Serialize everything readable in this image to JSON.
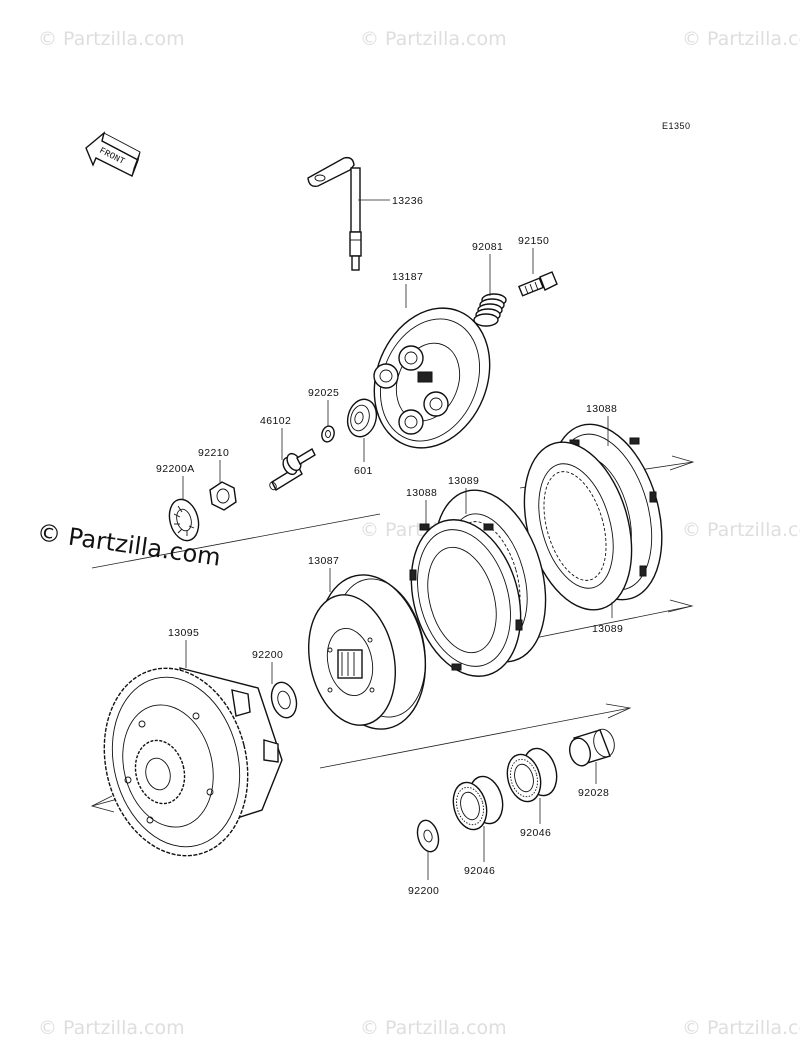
{
  "diagram_code": "E1350",
  "front_label": "FRONT",
  "watermark": "© Partzilla.com",
  "watermark_main": "© Partzilla.com",
  "parts": {
    "shaft_lever": "13236",
    "spring_plate": "13187",
    "spring": "92081",
    "bolt": "92150",
    "washer_small": "92025",
    "bearing_601": "601",
    "pusher_rod": "46102",
    "nut": "92210",
    "washer_92200A": "92200A",
    "friction_plate_top": "13088",
    "steel_plate_mid": "13089",
    "friction_plate_left": "13088",
    "steel_plate_right": "13089",
    "hub": "13087",
    "housing": "13095",
    "washer_92200_mid": "92200",
    "collar": "92028",
    "needle_bearing_right": "92046",
    "needle_bearing_left": "92046",
    "washer_92200_bottom": "92200"
  }
}
